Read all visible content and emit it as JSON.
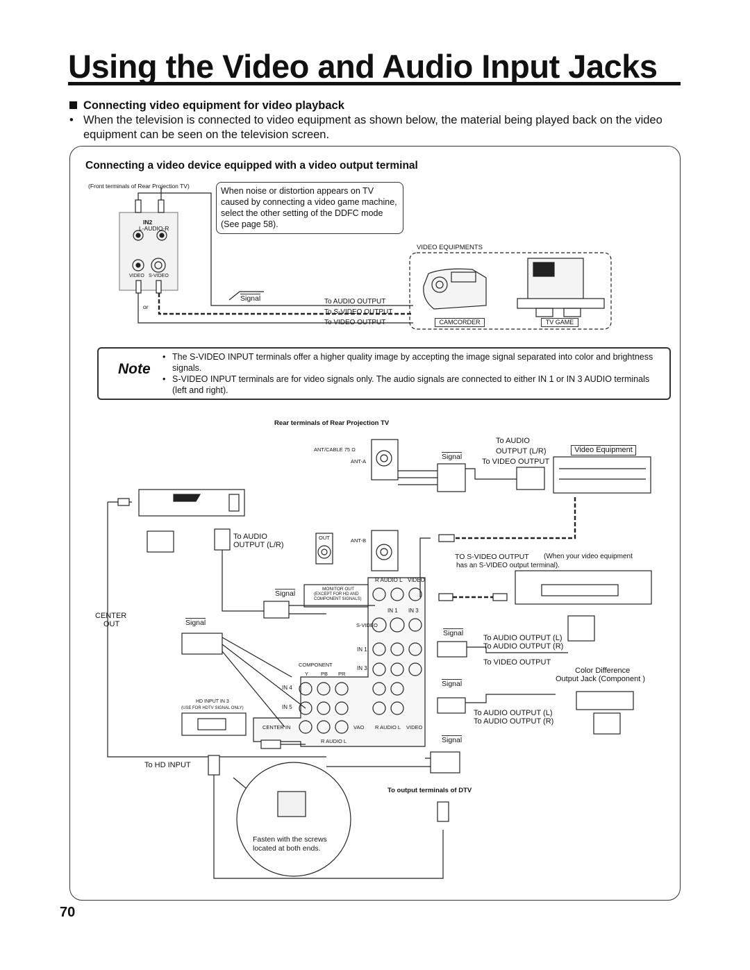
{
  "page": {
    "title": "Using the Video and Audio Input Jacks",
    "page_number": "70"
  },
  "section": {
    "heading": "Connecting video equipment for video playback",
    "bullet": "•",
    "intro": "When the television is connected to video equipment as shown below, the material being played back on the video equipment can be seen on the television screen."
  },
  "box": {
    "heading": "Connecting a video device equipped with a video output terminal"
  },
  "front_diagram": {
    "caption": "(Front terminals of Rear Projection TV)",
    "in2_label": "IN2",
    "audio_label": "L-AUDIO-R",
    "video_label": "VIDEO",
    "svideo_label": "S-VIDEO",
    "or_label": "or",
    "signal_label": "Signal",
    "to_audio_output": "To AUDIO OUTPUT",
    "to_svideo_output": "To S-VIDEO OUTPUT",
    "to_video_output": "To VIDEO OUTPUT",
    "equipments_label": "VIDEO EQUIPMENTS",
    "camcorder_label": "CAMCORDER",
    "tv_game_label": "TV GAME",
    "callout": "When noise or distortion appears on TV caused by connecting a video game machine, select the other setting of the DDFC mode (See page 58)."
  },
  "note": {
    "badge": "Note",
    "items": [
      "The S-VIDEO INPUT terminals offer a higher quality image by accepting the image signal separated into color and brightness signals.",
      "S-VIDEO INPUT terminals are for video signals only. The audio signals are connected to either IN 1 or IN 3 AUDIO terminals (left and right)."
    ]
  },
  "rear_diagram": {
    "caption": "Rear terminals of Rear Projection TV",
    "ant_cable": "ANT/CABLE 75 Ω",
    "ant_a": "ANT-A",
    "ant_b": "ANT-B",
    "out": "OUT",
    "monitor_out": "MONITOR OUT",
    "monitor_out_note1": "(EXCEPT FOR HD AND",
    "monitor_out_note2": "COMPONENT SIGNALS)",
    "r_audio_l": "R AUDIO L",
    "video": "VIDEO",
    "in1": "IN 1",
    "in3": "IN 3",
    "svideo": "S-VIDEO",
    "component": "COMPONENT",
    "y": "Y",
    "pb": "PB",
    "pr": "PR",
    "in4": "IN 4",
    "in5": "IN 5",
    "center_in": "CENTER IN",
    "vao": "VAO",
    "hd_input_in3": "HD INPUT IN 3",
    "hd_input_note": "(USE FOR HDTV SIGNAL ONLY)",
    "to_audio": "To AUDIO",
    "output_lr": "OUTPUT (L/R)",
    "to_audio_left": "To AUDIO",
    "output_lr_left": "OUTPUT (L/R)",
    "to_video_output": "To VIDEO OUTPUT",
    "video_equipment": "Video Equipment",
    "to_svideo_output": "TO S-VIDEO OUTPUT",
    "svideo_note1": "(When your video equipment",
    "svideo_note2": "has an S-VIDEO output terminal).",
    "center_out1": "CENTER",
    "center_out2": "OUT",
    "signal": "Signal",
    "to_audio_output_l": "To AUDIO OUTPUT (L)",
    "to_audio_output_r": "To AUDIO OUTPUT (R)",
    "to_video_output2": "To VIDEO OUTPUT",
    "color_diff1": "Color Difference",
    "color_diff2": "Output Jack (Component )",
    "to_audio_output_l2": "To AUDIO OUTPUT (L)",
    "to_audio_output_r2": "To AUDIO OUTPUT (R)",
    "to_hd_input": "To HD INPUT",
    "dtv_caption": "To output terminals of DTV",
    "fasten1": "Fasten with the screws",
    "fasten2": "located at both ends."
  }
}
